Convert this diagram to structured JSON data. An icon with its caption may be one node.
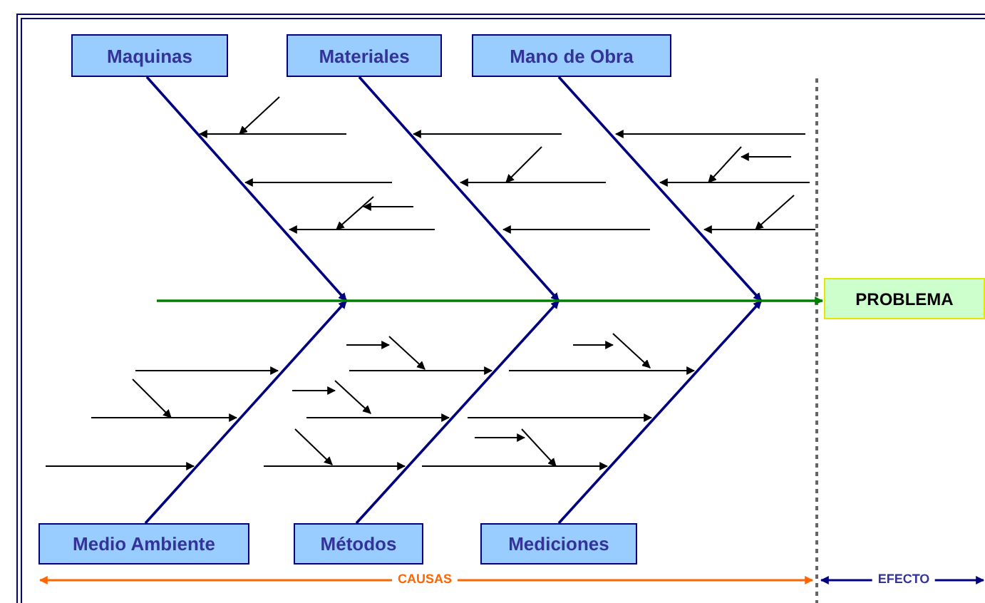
{
  "diagram": {
    "nodes": [
      {
        "text": [
          "Maquinas"
        ]
      },
      {
        "text": [
          "Materiales"
        ]
      },
      {
        "text": [
          "Mano de Obra"
        ]
      },
      {
        "text": [
          "PROBLEMA"
        ]
      },
      {
        "text": [
          "Medio Ambiente"
        ]
      },
      {
        "text": [
          "Métodos"
        ]
      },
      {
        "text": [
          "Mediciones"
        ]
      }
    ],
    "edges": [
      {
        "from": 0,
        "to": null,
        "arrow": "to"
      },
      {
        "from": 1,
        "to": null,
        "arrow": "to"
      },
      {
        "from": 2,
        "to": null,
        "arrow": "to"
      },
      {
        "from": 4,
        "to": null,
        "arrow": "to"
      },
      {
        "from": 5,
        "to": null,
        "arrow": "to"
      },
      {
        "from": 6,
        "to": null,
        "arrow": "to"
      },
      {
        "from": null,
        "to": 3,
        "arrow": "to",
        "color": "#008000"
      }
    ],
    "labels": [
      "CAUSAS",
      "EFECTO"
    ]
  }
}
